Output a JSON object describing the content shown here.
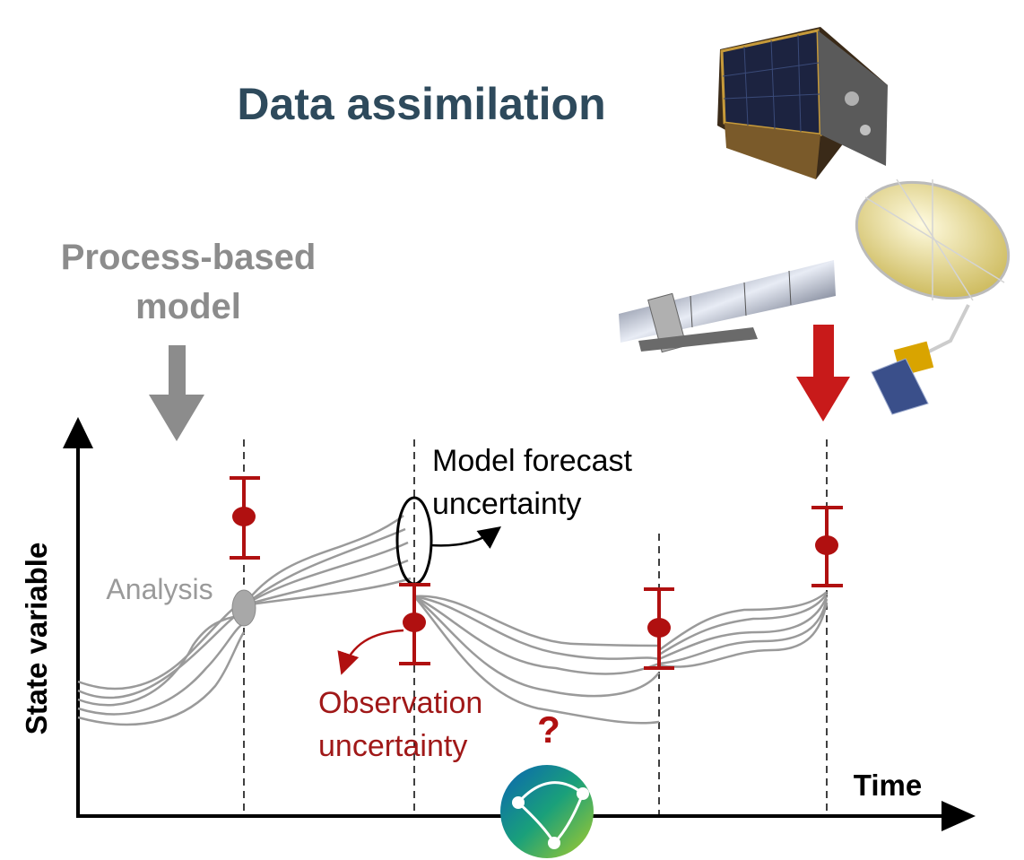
{
  "title": "Data assimilation",
  "model_label_line1": "Process-based",
  "model_label_line2": "model",
  "labels": {
    "analysis": "Analysis",
    "forecast_line1": "Model forecast",
    "forecast_line2": "uncertainty",
    "obs_line1": "Observation",
    "obs_line2": "uncertainty",
    "question": "?",
    "y_axis": "State variable",
    "x_axis": "Time"
  },
  "colors": {
    "title": "#2e4a5c",
    "model_gray": "#8c8c8c",
    "observation_red": "#b01010",
    "arrow_red": "#c81a1a",
    "ensemble": "#9a9a9a",
    "axis": "#000000"
  },
  "icons": [
    "satellite-cube-icon",
    "satellite-panel-icon",
    "satellite-antenna-icon",
    "globe-network-icon"
  ]
}
